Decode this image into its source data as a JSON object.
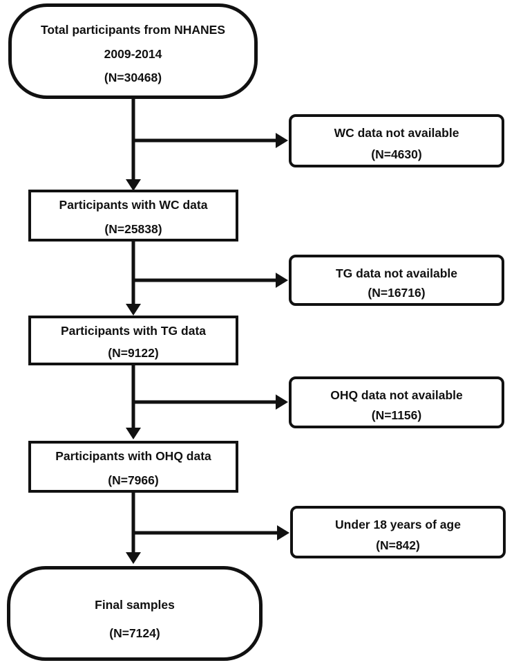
{
  "diagram": {
    "type": "flowchart",
    "colors": {
      "ink": "#111111",
      "background": "#ffffff"
    },
    "nodes": {
      "total": {
        "shape": "stadium",
        "line1": "Total participants from NHANES",
        "line2": "2009-2014",
        "n": "(N=30468)"
      },
      "wc_excluded": {
        "shape": "rounded-rect",
        "line1": "WC data not available",
        "n": "(N=4630)"
      },
      "wc": {
        "shape": "rect",
        "line1": "Participants with WC data",
        "n": "(N=25838)"
      },
      "tg_excluded": {
        "shape": "rounded-rect",
        "line1": "TG data not available",
        "n": "(N=16716)"
      },
      "tg": {
        "shape": "rect",
        "line1": "Participants with TG data",
        "n": "(N=9122)"
      },
      "ohq_excluded": {
        "shape": "rounded-rect",
        "line1": "OHQ data not available",
        "n": "(N=1156)"
      },
      "ohq": {
        "shape": "rect",
        "line1": "Participants with OHQ data",
        "n": "(N=7966)"
      },
      "age_excluded": {
        "shape": "rounded-rect",
        "line1": "Under 18 years of age",
        "n": "(N=842)"
      },
      "final": {
        "shape": "stadium",
        "line1": "Final samples",
        "n": "(N=7124)"
      }
    },
    "edges": [
      {
        "from": "total",
        "to": "wc",
        "type": "arrow-down"
      },
      {
        "from": "total",
        "to": "wc_excluded",
        "type": "arrow-right"
      },
      {
        "from": "wc",
        "to": "tg",
        "type": "arrow-down"
      },
      {
        "from": "wc",
        "to": "tg_excluded",
        "type": "arrow-right"
      },
      {
        "from": "tg",
        "to": "ohq",
        "type": "arrow-down"
      },
      {
        "from": "tg",
        "to": "ohq_excluded",
        "type": "arrow-right"
      },
      {
        "from": "ohq",
        "to": "final",
        "type": "arrow-down"
      },
      {
        "from": "ohq",
        "to": "age_excluded",
        "type": "arrow-right"
      }
    ]
  }
}
